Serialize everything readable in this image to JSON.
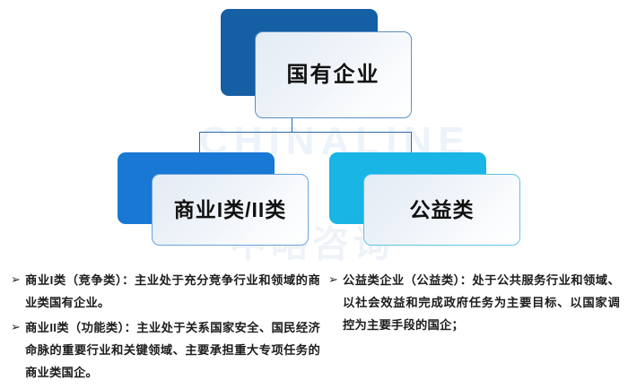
{
  "watermark": {
    "english": "CHINALINE",
    "chinese": "中略咨询"
  },
  "colors": {
    "root_shadow": "#155FA5",
    "left_shadow": "#1878D4",
    "right_shadow": "#19B5E5",
    "connector": "#2e6aa8",
    "card_gradient_start": "#e3ebf5",
    "card_gradient_end": "#ffffff",
    "text": "#1d1d1d",
    "background": "#ffffff"
  },
  "diagram": {
    "type": "org-hierarchy",
    "root": {
      "label": "国有企业"
    },
    "children": [
      {
        "label": "商业I类/II类"
      },
      {
        "label": "公益类"
      }
    ]
  },
  "notes": {
    "left_column": [
      {
        "marker": "➢",
        "text": "商业I类（竞争类）：主业处于充分竞争行业和领域的商业类国有企业。"
      },
      {
        "marker": "➢",
        "text": "商业II类（功能类）：主业处于关系国家安全、国民经济命脉的重要行业和关键领域、主要承担重大专项任务的商业类国企。"
      }
    ],
    "right_column": [
      {
        "marker": "➢",
        "text": "公益类企业（公益类）：处于公共服务行业和领域、以社会效益和完成政府任务为主要目标、以国家调控为主要手段的国企；"
      }
    ]
  }
}
